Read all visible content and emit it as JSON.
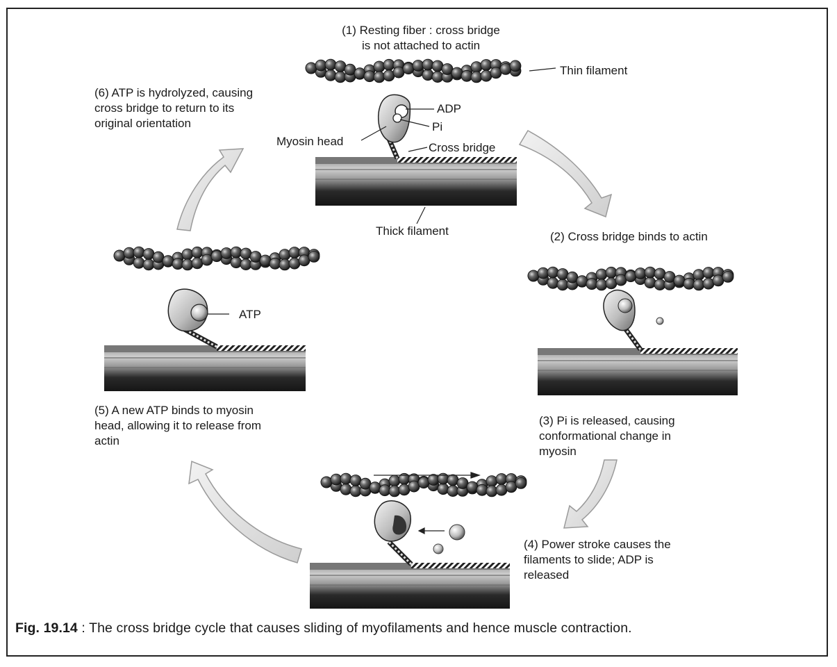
{
  "steps": {
    "s1": "(1) Resting fiber : cross bridge\nis not attached to actin",
    "s2": "(2) Cross bridge binds to actin",
    "s3": "(3) Pi is released, causing\nconformational change in\nmyosin",
    "s4": "(4) Power stroke causes the\nfilaments to slide; ADP is\nreleased",
    "s5": "(5) A new ATP binds to myosin\nhead, allowing it to release from\nactin",
    "s6": "(6) ATP is hydrolyzed, causing\ncross bridge to return to its\noriginal orientation"
  },
  "labels": {
    "thin_filament": "Thin filament",
    "thick_filament": "Thick filament",
    "myosin_head": "Myosin head",
    "cross_bridge": "Cross bridge",
    "adp": "ADP",
    "pi": "Pi",
    "atp": "ATP"
  },
  "caption": {
    "fig": "Fig. 19.14",
    "text": " : The cross bridge cycle that causes sliding of myofilaments and hence muscle contraction."
  },
  "colors": {
    "bead": "#3a3a3a",
    "arrow_fill": "#e2e2e2",
    "arrow_stroke": "#9a9a9a",
    "filament_dark": "#1e1e1e"
  }
}
